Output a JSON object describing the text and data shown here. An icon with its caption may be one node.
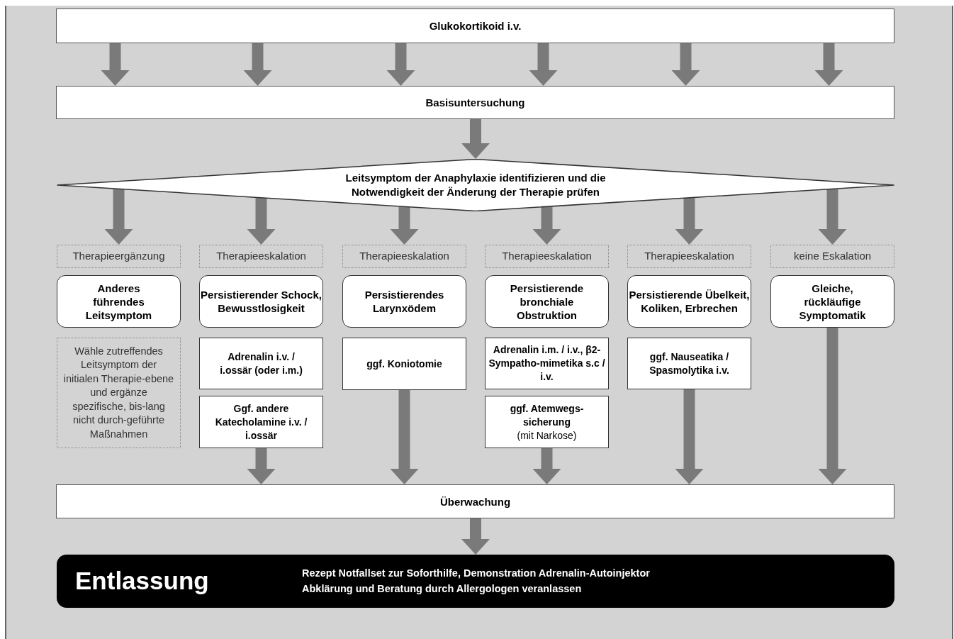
{
  "diagram": {
    "nodes": [
      {
        "text": [
          "Glukokortikoid i.v."
        ]
      },
      {
        "text": [
          "Basisuntersuchung"
        ]
      },
      {
        "text": [
          "Leitsymptom der Anaphylaxie identifizieren und die Notwendigkeit der Änderung der Therapie prüfen"
        ]
      },
      {
        "text": [
          "Therapieergänzung"
        ]
      },
      {
        "text": [
          "Therapieeskalation"
        ]
      },
      {
        "text": [
          "Therapieeskalation"
        ]
      },
      {
        "text": [
          "Therapieeskalation"
        ]
      },
      {
        "text": [
          "Therapieeskalation"
        ]
      },
      {
        "text": [
          "keine Eskalation"
        ]
      },
      {
        "text": [
          "Anderes führendes Leitsymptom"
        ]
      },
      {
        "text": [
          "Persistierender Schock, Bewusstlosigkeit"
        ]
      },
      {
        "text": [
          "Persistierendes Larynxödem"
        ]
      },
      {
        "text": [
          "Persistierende bronchiale Obstruktion"
        ]
      },
      {
        "text": [
          "Persistierende Übelkeit, Koliken, Erbrechen"
        ]
      },
      {
        "text": [
          "Gleiche, rückläufige Symptomatik"
        ]
      },
      {
        "text": [
          "Wähle zutreffendes Leitsymptom der initialen Therapie-ebene und ergänze spezifische, bis-lang nicht durch-geführte Maßnahmen"
        ]
      },
      {
        "text": [
          "Adrenalin i.v. / i.ossär (oder i.m.)"
        ]
      },
      {
        "text": [
          "Ggf. andere Katecholamine i.v. / i.ossär"
        ]
      },
      {
        "text": [
          "ggf. Koniotomie"
        ]
      },
      {
        "text": [
          "Adrenalin i.m. / i.v., β2-Sympatho-mimetika s.c / i.v."
        ]
      },
      {
        "text": [
          "ggf. Atemwegs-sicherung",
          "(mit Narkose)"
        ]
      },
      {
        "text": [
          "ggf. Nauseatika / Spasmolytika i.v."
        ]
      },
      {
        "text": [
          "Überwachung"
        ]
      },
      {
        "text": [
          "Entlassung",
          "Rezept Notfallset zur Soforthilfe, Demonstration Adrenalin-Autoinjektor",
          "Abklärung und Beratung durch Allergologen veranlassen"
        ]
      }
    ],
    "edges": [
      {
        "from": 0,
        "to": 1,
        "arrow": "to"
      },
      {
        "from": 0,
        "to": 1,
        "arrow": "to"
      },
      {
        "from": 0,
        "to": 1,
        "arrow": "to"
      },
      {
        "from": 0,
        "to": 1,
        "arrow": "to"
      },
      {
        "from": 0,
        "to": 1,
        "arrow": "to"
      },
      {
        "from": 0,
        "to": 1,
        "arrow": "to"
      },
      {
        "from": 1,
        "to": 2,
        "arrow": "to"
      },
      {
        "from": 2,
        "to": 3,
        "arrow": "to"
      },
      {
        "from": 2,
        "to": 4,
        "arrow": "to"
      },
      {
        "from": 2,
        "to": 5,
        "arrow": "to"
      },
      {
        "from": 2,
        "to": 6,
        "arrow": "to"
      },
      {
        "from": 2,
        "to": 7,
        "arrow": "to"
      },
      {
        "from": 2,
        "to": 8,
        "arrow": "to"
      },
      {
        "from": 17,
        "to": 22,
        "arrow": "to"
      },
      {
        "from": 18,
        "to": 22,
        "arrow": "to"
      },
      {
        "from": 20,
        "to": 22,
        "arrow": "to"
      },
      {
        "from": 21,
        "to": 22,
        "arrow": "to"
      },
      {
        "from": 14,
        "to": 22,
        "arrow": "to"
      },
      {
        "from": 22,
        "to": 23,
        "arrow": "to"
      }
    ]
  }
}
